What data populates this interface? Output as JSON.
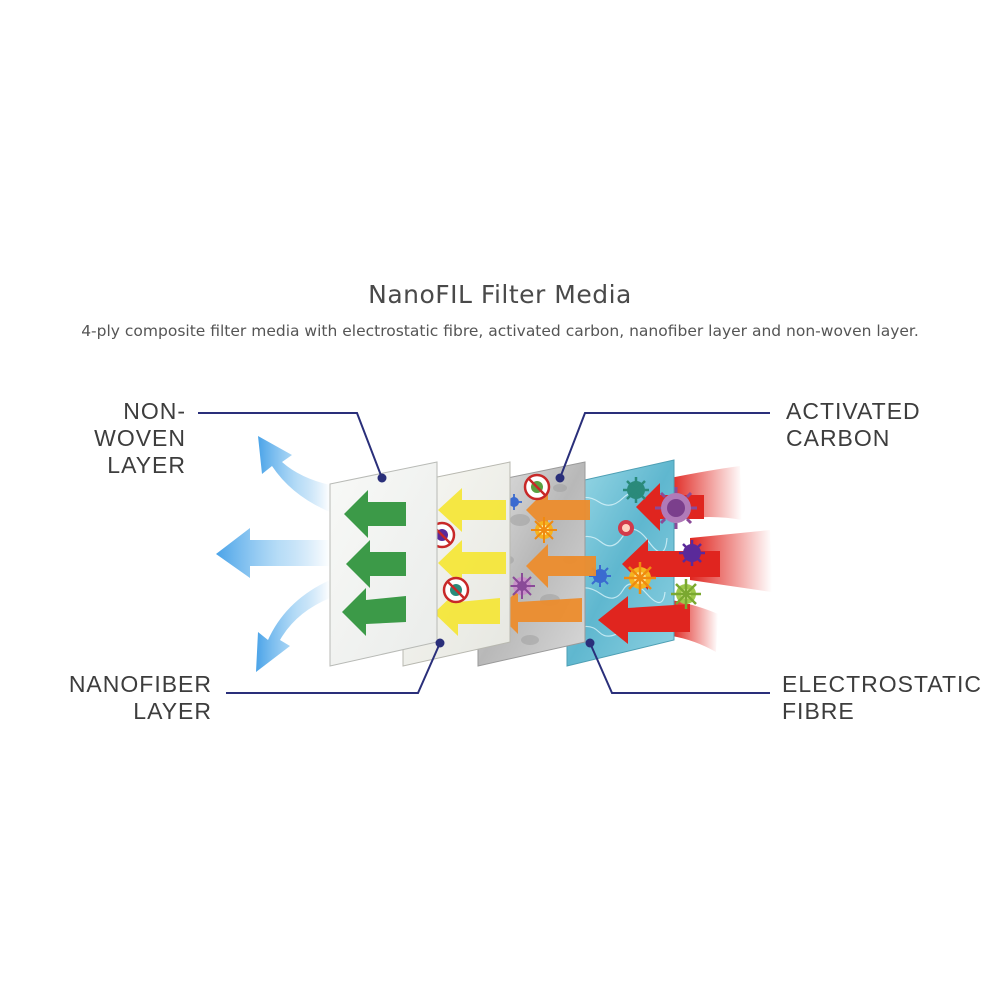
{
  "header": {
    "title": "NanoFIL Filter Media",
    "subtitle": "4-ply composite filter media with electrostatic fibre, activated carbon, nanofiber layer and non-woven layer."
  },
  "labels": {
    "non_woven": {
      "line1": "NON-WOVEN",
      "line2": "LAYER"
    },
    "nanofiber": {
      "line1": "NANOFIBER",
      "line2": "LAYER"
    },
    "activated_carbon": {
      "line1": "ACTIVATED",
      "line2": "CARBON"
    },
    "electrostatic": {
      "line1": "ELECTROSTATIC",
      "line2": "FIBRE"
    }
  },
  "colors": {
    "leader_line": "#2a2f7a",
    "outflow_arrow": "#4aa3e8",
    "nonwoven_arrow": "#3c9a48",
    "nanofiber_arrow": "#f4e63a",
    "carbon_arrow": "#ec8c2c",
    "electrostatic_arrow": "#e0251f",
    "electrostatic_panel": "#6cc4d8",
    "carbon_panel": "#c9c9c9",
    "nanofiber_panel": "#efefe8",
    "nonwoven_panel": "#f2f3f1"
  },
  "icons": [
    "virus-icon",
    "bacteria-icon",
    "blocked-pathogen-icon"
  ]
}
